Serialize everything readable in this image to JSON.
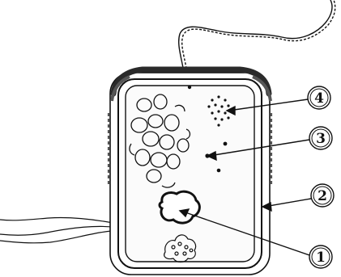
{
  "diagram": {
    "labels": [
      {
        "id": "label-1",
        "text": "①",
        "num": "1"
      },
      {
        "id": "label-2",
        "text": "②",
        "num": "2"
      },
      {
        "id": "label-3",
        "text": "③",
        "num": "3"
      },
      {
        "id": "label-4",
        "text": "④",
        "num": "4"
      }
    ]
  },
  "colors": {
    "ink": "#111111",
    "wall_dark": "#2a2a2a",
    "wall_texture": "#555555",
    "cytoplasm": "#fbfbfb",
    "background": "#ffffff"
  }
}
